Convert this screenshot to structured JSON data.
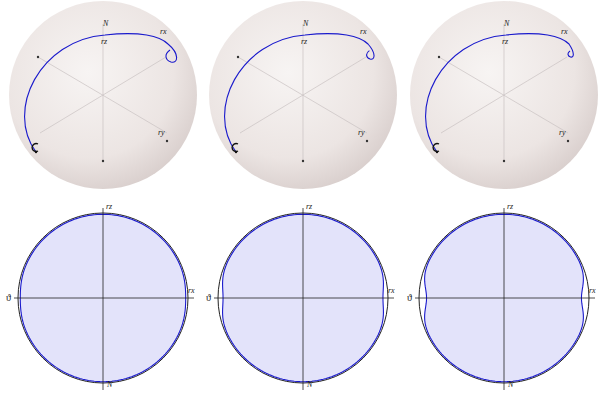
{
  "diagram": {
    "labels": [
      "N",
      "rz",
      "rx",
      "ry",
      "rz",
      "rx",
      "N",
      "ϑ",
      "N",
      "rz",
      "rx",
      "ry",
      "rz",
      "rx",
      "N",
      "ϑ",
      "N",
      "rz",
      "rx",
      "ry",
      "rz",
      "rx",
      "N",
      "ϑ"
    ]
  }
}
